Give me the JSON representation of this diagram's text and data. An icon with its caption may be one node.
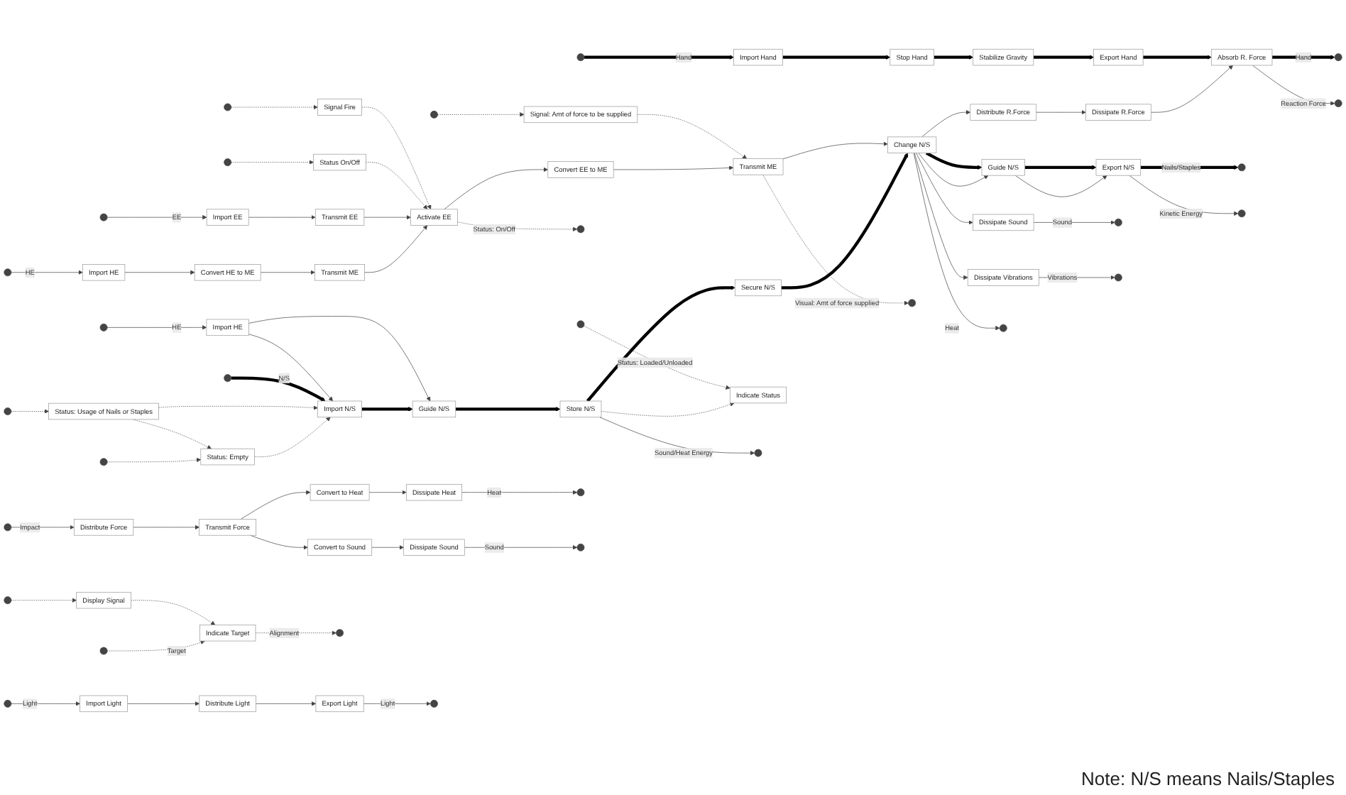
{
  "diagram": {
    "nodes": [
      {
        "text": [
          "Signal Fire"
        ]
      },
      {
        "text": [
          "Status On/Off"
        ]
      },
      {
        "text": [
          "Signal: Amt of force to be supplied"
        ]
      },
      {
        "text": [
          "Import EE"
        ]
      },
      {
        "text": [
          "Transmit EE"
        ]
      },
      {
        "text": [
          "Activate EE"
        ]
      },
      {
        "text": [
          "Convert EE to ME"
        ]
      },
      {
        "text": [
          "Transmit ME"
        ]
      },
      {
        "text": [
          "Import HE"
        ]
      },
      {
        "text": [
          "Convert HE to ME"
        ]
      },
      {
        "text": [
          "Transmit ME"
        ]
      },
      {
        "text": [
          "Import Hand"
        ]
      },
      {
        "text": [
          "Stop Hand"
        ]
      },
      {
        "text": [
          "Stabilize Gravity"
        ]
      },
      {
        "text": [
          "Export Hand"
        ]
      },
      {
        "text": [
          "Absorb R. Force"
        ]
      },
      {
        "text": [
          "Dissipate Sound"
        ]
      },
      {
        "text": [
          "Dissipate Vibrations"
        ]
      },
      {
        "text": [
          "Import HE"
        ]
      },
      {
        "text": [
          "Import N/S"
        ]
      },
      {
        "text": [
          "Guide N/S"
        ]
      },
      {
        "text": [
          "Store N/S"
        ]
      },
      {
        "text": [
          "Secure N/S"
        ]
      },
      {
        "text": [
          "Change N/S"
        ]
      },
      {
        "text": [
          "Guide N/S"
        ]
      },
      {
        "text": [
          "Export N/S"
        ]
      },
      {
        "text": [
          "Status: Usage of Nails or Staples"
        ]
      },
      {
        "text": [
          "Status: Empty"
        ]
      },
      {
        "text": [
          "Indicate Status"
        ]
      },
      {
        "text": [
          "Distribute R.Force"
        ]
      },
      {
        "text": [
          "Dissipate R.Force"
        ]
      },
      {
        "text": [
          "Distribute Force"
        ]
      },
      {
        "text": [
          "Transmit Force"
        ]
      },
      {
        "text": [
          "Convert to Heat"
        ]
      },
      {
        "text": [
          "Dissipate Heat"
        ]
      },
      {
        "text": [
          "Convert to Sound"
        ]
      },
      {
        "text": [
          "Dissipate Sound"
        ]
      },
      {
        "text": [
          "Display Signal"
        ]
      },
      {
        "text": [
          "Indicate Target"
        ]
      },
      {
        "text": [
          "Import Light"
        ]
      },
      {
        "text": [
          "Distribute Light"
        ]
      },
      {
        "text": [
          "Export Light"
        ]
      }
    ],
    "edges": [
      {
        "from": null,
        "to": 0,
        "arrow": "to",
        "style": "dashed"
      },
      {
        "from": 0,
        "to": 5,
        "arrow": "to",
        "style": "dashed"
      },
      {
        "from": null,
        "to": 1,
        "arrow": "to",
        "style": "dashed"
      },
      {
        "from": 1,
        "to": 5,
        "arrow": "to",
        "style": "dashed"
      },
      {
        "from": null,
        "to": 2,
        "arrow": "to",
        "style": "dashed"
      },
      {
        "from": 2,
        "to": 7,
        "arrow": "to",
        "style": "dashed"
      },
      {
        "from": 5,
        "to": null,
        "arrow": "to",
        "style": "dashed",
        "label": "Status: On/Off"
      },
      {
        "from": 7,
        "to": null,
        "arrow": "to",
        "style": "dashed",
        "label": "Visual: Amt of force supplied"
      },
      {
        "from": null,
        "to": 3,
        "arrow": "to",
        "label": "EE"
      },
      {
        "from": 3,
        "to": 4,
        "arrow": "to"
      },
      {
        "from": 4,
        "to": 5,
        "arrow": "to"
      },
      {
        "from": 5,
        "to": 6,
        "arrow": "to"
      },
      {
        "from": 6,
        "to": 7,
        "arrow": "to"
      },
      {
        "from": null,
        "to": 8,
        "arrow": "to",
        "label": "HE"
      },
      {
        "from": 8,
        "to": 9,
        "arrow": "to"
      },
      {
        "from": 9,
        "to": 10,
        "arrow": "to"
      },
      {
        "from": 10,
        "to": 5,
        "arrow": "to"
      },
      {
        "from": null,
        "to": 11,
        "arrow": "to",
        "style": "thick",
        "label": "Hand"
      },
      {
        "from": 11,
        "to": 12,
        "arrow": "to",
        "style": "thick"
      },
      {
        "from": 12,
        "to": 13,
        "arrow": "to",
        "style": "thick"
      },
      {
        "from": 13,
        "to": 14,
        "arrow": "to",
        "style": "thick"
      },
      {
        "from": 14,
        "to": 15,
        "arrow": "to",
        "style": "thick"
      },
      {
        "from": 15,
        "to": null,
        "arrow": "to",
        "style": "thick",
        "label": "Hand"
      },
      {
        "from": 15,
        "to": null,
        "arrow": "to",
        "label": "Reaction Force"
      },
      {
        "from": 7,
        "to": 23,
        "arrow": "to"
      },
      {
        "from": 21,
        "to": null,
        "arrow": "to",
        "label": "Sound/Heat Energy"
      },
      {
        "from": 23,
        "to": 16,
        "arrow": "to"
      },
      {
        "from": 23,
        "to": 17,
        "arrow": "to"
      },
      {
        "from": 16,
        "to": null,
        "arrow": "to",
        "label": "Sound"
      },
      {
        "from": 17,
        "to": null,
        "arrow": "to",
        "label": "Vibrations"
      },
      {
        "from": null,
        "to": 18,
        "arrow": "to",
        "label": "HE"
      },
      {
        "from": 18,
        "to": 19,
        "arrow": "to"
      },
      {
        "from": 18,
        "to": 20,
        "arrow": "to"
      },
      {
        "from": null,
        "to": 19,
        "arrow": "to",
        "style": "thick",
        "label": "N/S"
      },
      {
        "from": 19,
        "to": 20,
        "arrow": "to",
        "style": "thick"
      },
      {
        "from": 20,
        "to": 21,
        "arrow": "to",
        "style": "thick"
      },
      {
        "from": 21,
        "to": 22,
        "arrow": "to",
        "style": "thick"
      },
      {
        "from": 22,
        "to": 23,
        "arrow": "to",
        "style": "thick"
      },
      {
        "from": 23,
        "to": 24,
        "arrow": "to",
        "style": "thick"
      },
      {
        "from": 23,
        "to": 24,
        "arrow": "to"
      },
      {
        "from": 24,
        "to": 25,
        "arrow": "to",
        "style": "thick"
      },
      {
        "from": 24,
        "to": 25,
        "arrow": "to"
      },
      {
        "from": 25,
        "to": null,
        "arrow": "to",
        "style": "thick",
        "label": "Nails/Staples"
      },
      {
        "from": 25,
        "to": null,
        "arrow": "to",
        "label": "Kinetic Energy"
      },
      {
        "from": 23,
        "to": null,
        "arrow": "to",
        "label": "Heat"
      },
      {
        "from": null,
        "to": 28,
        "arrow": "to",
        "style": "dashed",
        "label": "Status: Loaded/Unloaded"
      },
      {
        "from": 21,
        "to": 28,
        "arrow": "to",
        "style": "dashed"
      },
      {
        "from": null,
        "to": 26,
        "arrow": "to",
        "style": "dashed"
      },
      {
        "from": 26,
        "to": 19,
        "arrow": "to",
        "style": "dashed"
      },
      {
        "from": 26,
        "to": 27,
        "arrow": "to",
        "style": "dashed"
      },
      {
        "from": null,
        "to": 27,
        "arrow": "to",
        "style": "dashed"
      },
      {
        "from": 27,
        "to": 19,
        "arrow": "to",
        "style": "dashed"
      },
      {
        "from": 23,
        "to": 29,
        "arrow": "to"
      },
      {
        "from": 29,
        "to": 30,
        "arrow": "to"
      },
      {
        "from": 30,
        "to": 15,
        "arrow": "to"
      },
      {
        "from": null,
        "to": 31,
        "arrow": "to",
        "label": "Impact"
      },
      {
        "from": 31,
        "to": 32,
        "arrow": "to"
      },
      {
        "from": 32,
        "to": 33,
        "arrow": "to"
      },
      {
        "from": 32,
        "to": 35,
        "arrow": "to"
      },
      {
        "from": 33,
        "to": 34,
        "arrow": "to"
      },
      {
        "from": 35,
        "to": 36,
        "arrow": "to"
      },
      {
        "from": 34,
        "to": null,
        "arrow": "to",
        "label": "Heat"
      },
      {
        "from": 36,
        "to": null,
        "arrow": "to",
        "label": "Sound"
      },
      {
        "from": null,
        "to": 37,
        "arrow": "to",
        "style": "dashed"
      },
      {
        "from": 37,
        "to": 38,
        "arrow": "to",
        "style": "dashed"
      },
      {
        "from": null,
        "to": 38,
        "arrow": "to",
        "style": "dashed",
        "label": "Target"
      },
      {
        "from": 38,
        "to": null,
        "arrow": "to",
        "style": "dashed",
        "label": "Alignment"
      },
      {
        "from": null,
        "to": 39,
        "arrow": "to",
        "label": "Light"
      },
      {
        "from": 39,
        "to": 40,
        "arrow": "to"
      },
      {
        "from": 40,
        "to": 41,
        "arrow": "to"
      },
      {
        "from": 41,
        "to": null,
        "arrow": "to",
        "label": "Light"
      }
    ],
    "labels": [
      "Note: N/S means Nails/Staples"
    ]
  }
}
